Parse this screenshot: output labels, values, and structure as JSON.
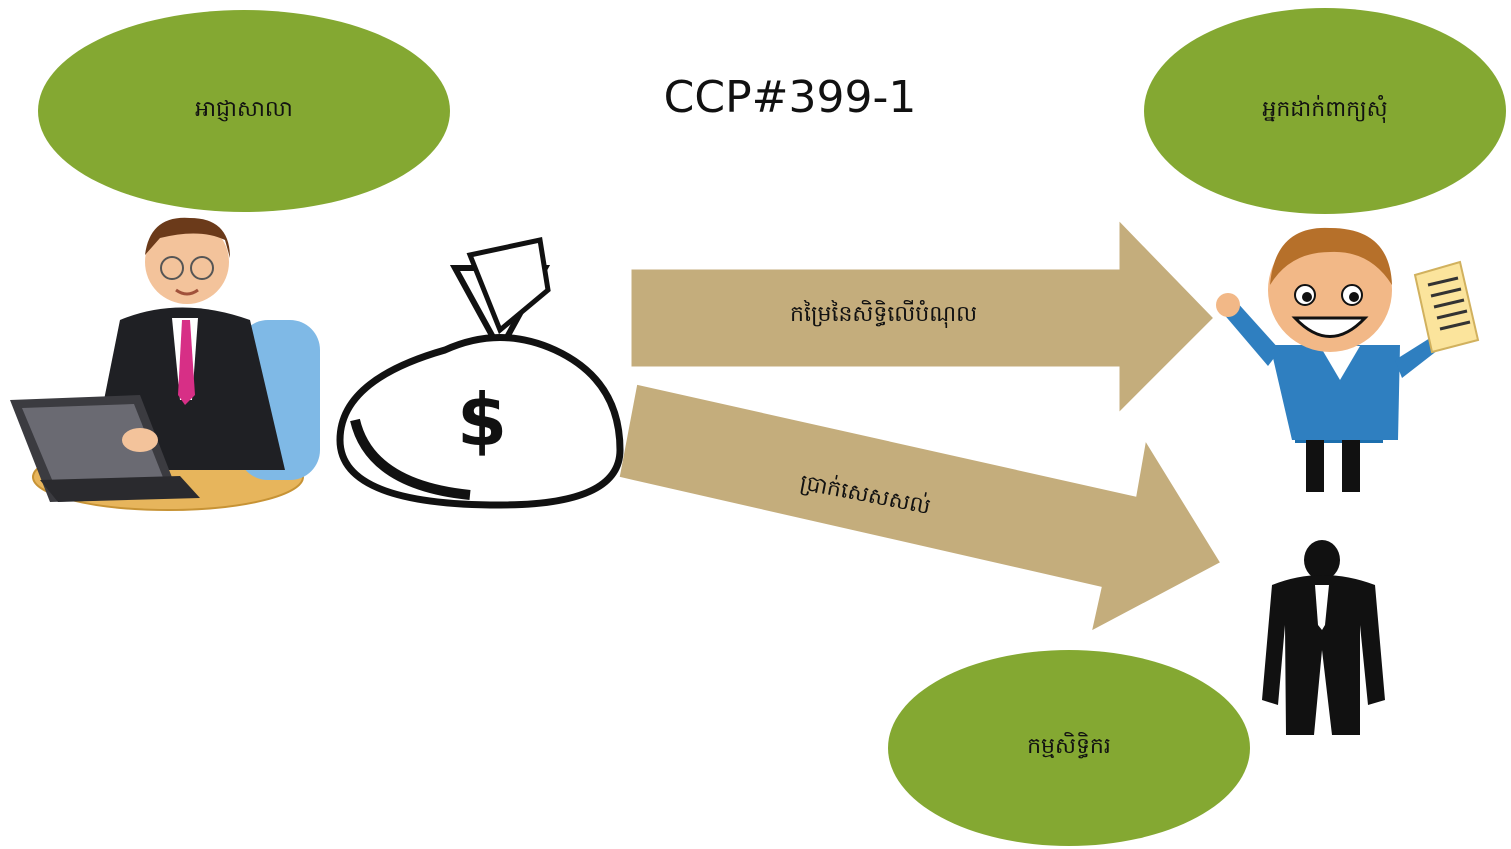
{
  "title": "CCP#399-1",
  "nodes": {
    "authority": "អាជ្ញាសាលា",
    "applicant": "អ្នកដាក់ពាក្យសុំ",
    "owner": "កម្មសិទ្ធិករ"
  },
  "arrows": {
    "transfer_label": "កម្រៃនៃសិទ្ធិលើបំណុល",
    "remainder_label": "ប្រាក់សេសសល់"
  },
  "colors": {
    "node_fill": "#84a832",
    "arrow_fill": "#c4ad7c"
  },
  "icons": [
    "businessman-at-laptop-icon",
    "money-bag-icon",
    "happy-man-with-document-icon",
    "businessman-silhouette-icon"
  ]
}
